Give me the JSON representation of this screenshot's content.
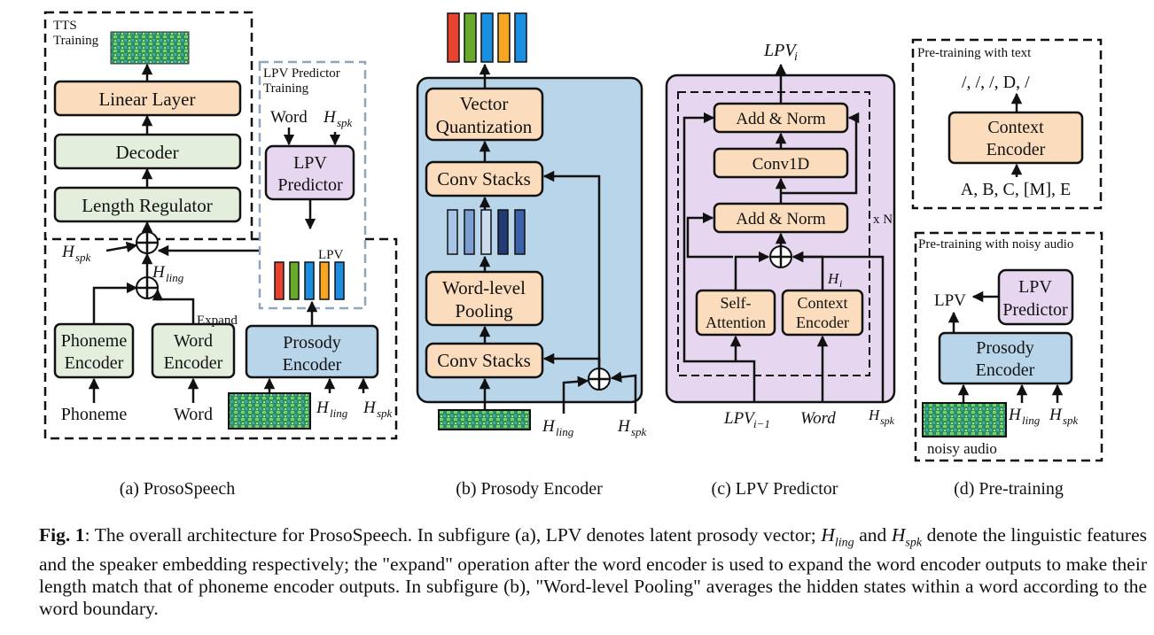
{
  "panel_a": {
    "tts_training": "TTS",
    "tts_training_2": "Training",
    "linear_layer": "Linear Layer",
    "decoder": "Decoder",
    "length_regulator": "Length Regulator",
    "h_spk": "H",
    "h_spk_sub": "spk",
    "h_ling": "H",
    "h_ling_sub": "ling",
    "expand": "Expand",
    "phoneme_encoder_1": "Phoneme",
    "phoneme_encoder_2": "Encoder",
    "word_encoder_1": "Word",
    "word_encoder_2": "Encoder",
    "prosody_encoder_1": "Prosody",
    "prosody_encoder_2": "Encoder",
    "phoneme_input": "Phoneme",
    "word_input": "Word",
    "h_ling_in": "H",
    "h_ling_in_sub": "ling",
    "h_spk_in": "H",
    "h_spk_in_sub": "spk",
    "lpv_predictor_training_1": "LPV Predictor",
    "lpv_predictor_training_2": "Training",
    "word_label": "Word",
    "h_spk_pred": "H",
    "h_spk_pred_sub": "spk",
    "lpv_predictor_1": "LPV",
    "lpv_predictor_2": "Predictor",
    "lpv_label": "LPV",
    "caption": "(a) ProsoSpeech"
  },
  "panel_b": {
    "vq_1": "Vector",
    "vq_2": "Quantization",
    "conv_stacks_top": "Conv Stacks",
    "pooling_1": "Word-level",
    "pooling_2": "Pooling",
    "conv_stacks_bottom": "Conv Stacks",
    "h_ling": "H",
    "h_ling_sub": "ling",
    "h_spk": "H",
    "h_spk_sub": "spk",
    "caption": "(b) Prosody Encoder"
  },
  "panel_c": {
    "lpv_out": "LPV",
    "lpv_out_sub": "i",
    "add_norm_top": "Add & Norm",
    "conv1d": "Conv1D",
    "add_norm_bottom": "Add & Norm",
    "xn": "x N",
    "h_i": "H",
    "h_i_sub": "i",
    "self_attention_1": "Self-",
    "self_attention_2": "Attention",
    "context_encoder_1": "Context",
    "context_encoder_2": "Encoder",
    "lpv_in": "LPV",
    "lpv_in_sub": "i−1",
    "word_in": "Word",
    "h_spk": "H",
    "h_spk_sub": "spk",
    "caption": "(c) LPV Predictor"
  },
  "panel_d": {
    "text_title": "Pre-training with text",
    "masked_output": "/,   /,   /,  D,  /",
    "context_encoder_1": "Context",
    "context_encoder_2": "Encoder",
    "text_input": "A, B, C, [M], E",
    "audio_title": "Pre-training with noisy audio",
    "lpv_label": "LPV",
    "lpv_predictor_1": "LPV",
    "lpv_predictor_2": "Predictor",
    "prosody_encoder_1": "Prosody",
    "prosody_encoder_2": "Encoder",
    "h_ling": "H",
    "h_ling_sub": "ling",
    "h_spk": "H",
    "h_spk_sub": "spk",
    "noisy_audio": "noisy audio",
    "caption": "(d) Pre-training"
  },
  "caption": {
    "fig_label": "Fig. 1",
    "part1": ": The overall architecture for ProsoSpeech. In subfigure (a), LPV denotes latent prosody vector; ",
    "h_ling": "H",
    "h_ling_sub": "ling",
    "part2": " and ",
    "h_spk": "H",
    "h_spk_sub": "spk",
    "part3": " denote the linguistic features and the speaker embedding respectively; the \"expand\" operation after the word encoder is used to expand the word encoder outputs to make their length match that of phoneme encoder outputs. In subfigure (b), \"Word-level Pooling\" averages the hidden states within a word according to the word boundary."
  },
  "colors": {
    "orange_box": "#fbdcbd",
    "green_box": "#e3efdc",
    "blue_box": "#b9d5ea",
    "purple_box": "#e6d6ef",
    "vector_red": "#e8432e",
    "vector_green": "#6aaa2a",
    "vector_orange": "#f6a623",
    "vector_blue": "#1b8fe0"
  }
}
